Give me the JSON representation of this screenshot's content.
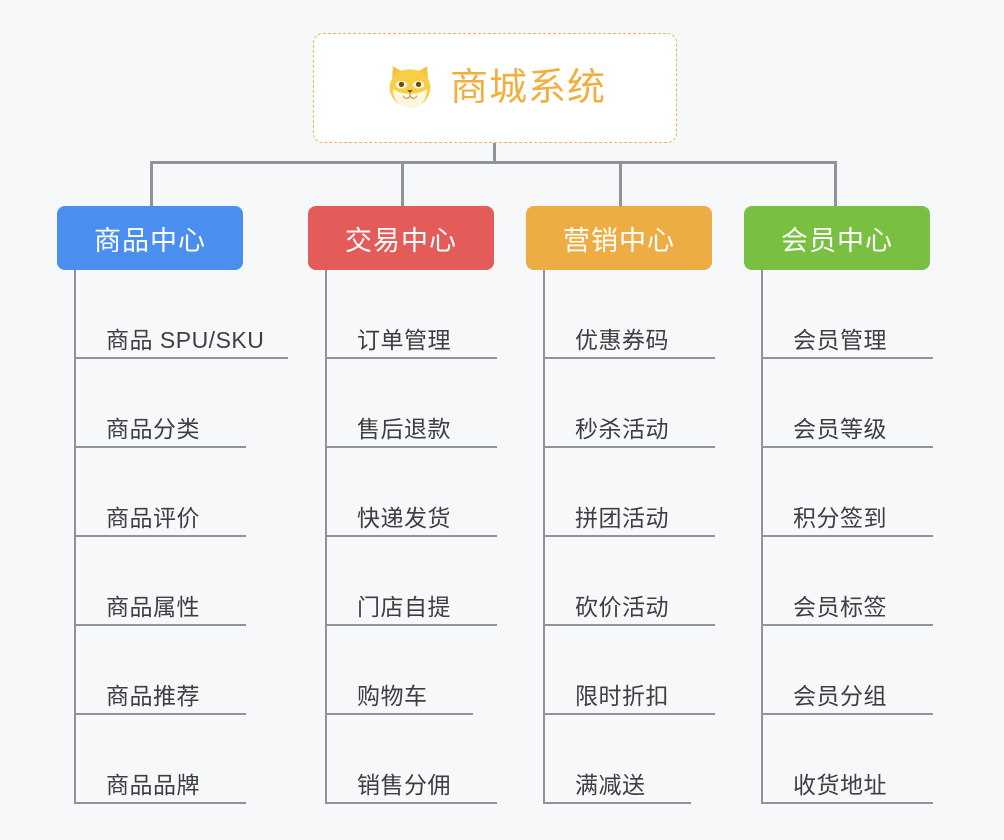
{
  "page": {
    "background_color": "#f7f8f9",
    "line_color": "#909399",
    "text_color": "#3c4043"
  },
  "root": {
    "title": "商城系统",
    "icon": "shiba-dog-face-icon",
    "accent_color": "#f0b040",
    "border_color": "#e8b654",
    "background_color": "#ffffff"
  },
  "columns": [
    {
      "id": "product-center",
      "label": "商品中心",
      "color": "#4a8ef0",
      "items": [
        {
          "label": "商品 SPU/SKU"
        },
        {
          "label": "商品分类"
        },
        {
          "label": "商品评价"
        },
        {
          "label": "商品属性"
        },
        {
          "label": "商品推荐"
        },
        {
          "label": "商品品牌"
        }
      ]
    },
    {
      "id": "trade-center",
      "label": "交易中心",
      "color": "#e35c59",
      "items": [
        {
          "label": "订单管理"
        },
        {
          "label": "售后退款"
        },
        {
          "label": "快递发货"
        },
        {
          "label": "门店自提"
        },
        {
          "label": "购物车"
        },
        {
          "label": "销售分佣"
        }
      ]
    },
    {
      "id": "marketing-center",
      "label": "营销中心",
      "color": "#edac44",
      "items": [
        {
          "label": "优惠券码"
        },
        {
          "label": "秒杀活动"
        },
        {
          "label": "拼团活动"
        },
        {
          "label": "砍价活动"
        },
        {
          "label": "限时折扣"
        },
        {
          "label": "满减送"
        }
      ]
    },
    {
      "id": "member-center",
      "label": "会员中心",
      "color": "#79bf42",
      "items": [
        {
          "label": "会员管理"
        },
        {
          "label": "会员等级"
        },
        {
          "label": "积分签到"
        },
        {
          "label": "会员标签"
        },
        {
          "label": "会员分组"
        },
        {
          "label": "收货地址"
        }
      ]
    }
  ]
}
